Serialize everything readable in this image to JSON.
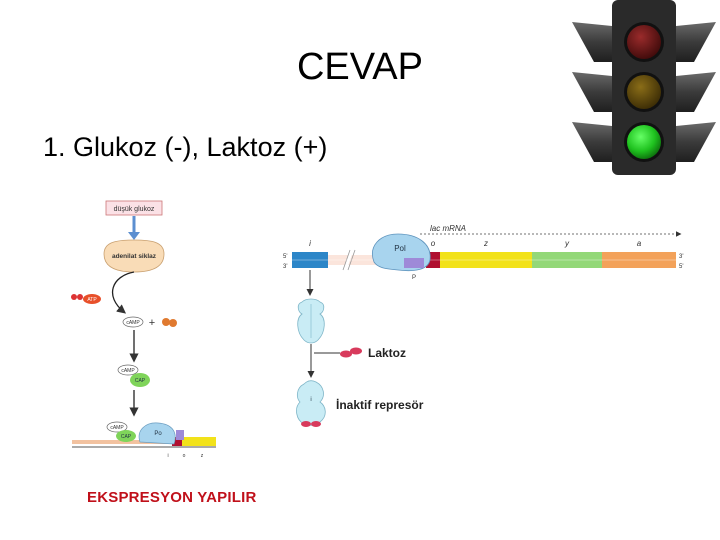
{
  "slide": {
    "title": "CEVAP",
    "answer": "1. Glukoz (-), Laktoz (+)",
    "footer": "EKSPRESYON YAPILIR"
  },
  "left_diagram": {
    "low_glucose": "düşük glukoz",
    "adenylate_cyclase": "adenilat siklaz",
    "atp": "ATP",
    "camp": "cAMP",
    "plus": "+",
    "cap": "CAP",
    "pol": "Po",
    "gene_labels": [
      "i",
      "o",
      "z"
    ]
  },
  "right_diagram": {
    "mrna": "lac mRNA",
    "pol": "Pol",
    "strand_5": "5'",
    "strand_3": "3'",
    "strand_3b": "3'",
    "strand_5b": "5'",
    "gene_i": "i",
    "gene_o": "o",
    "gene_z": "z",
    "gene_y": "y",
    "gene_a": "a",
    "promoter": "P",
    "lactose": "Laktoz",
    "inactive_repressor": "İnaktif represör",
    "repressor_i": "i"
  },
  "traffic_light": {
    "lamps": [
      "red",
      "yellow",
      "green"
    ],
    "active": "green"
  },
  "colors": {
    "footer_red": "#c0101a",
    "gene_blue": "#2c86c8",
    "gene_yellow": "#f2e21a",
    "gene_green": "#93d878",
    "gene_orange": "#f3a25a",
    "repressor": "#c9ecf5",
    "pol": "#a8d4ee",
    "lactose": "#d83a5c",
    "cap": "#7fd45a"
  }
}
